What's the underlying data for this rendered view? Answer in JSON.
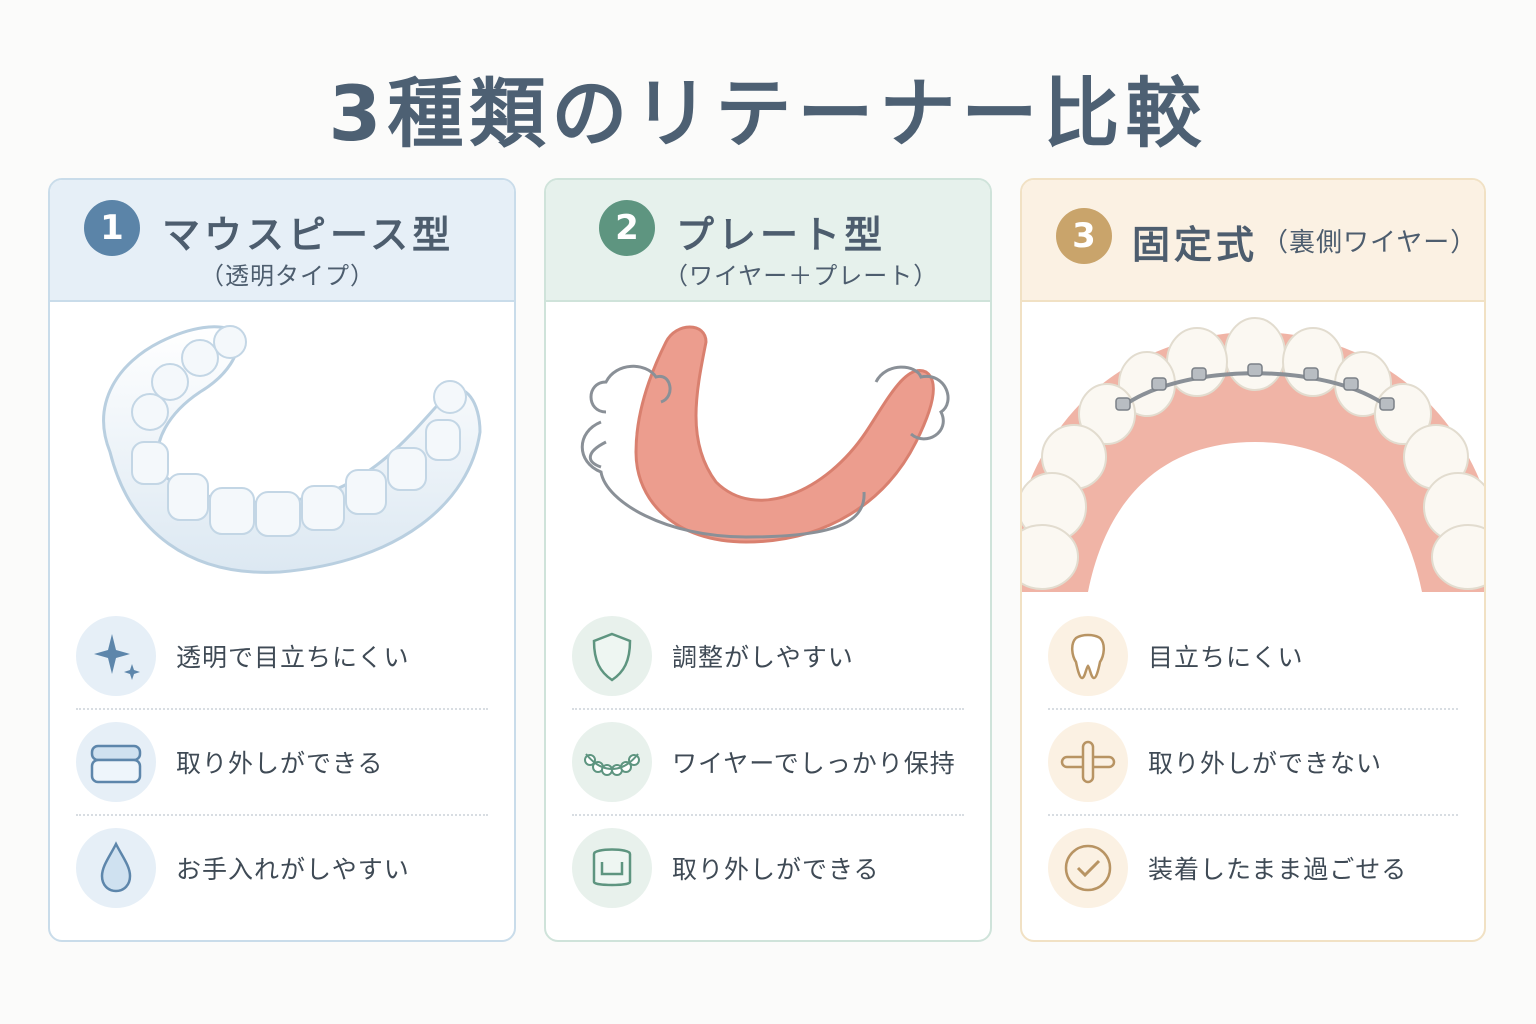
{
  "title": "3種類のリテーナー比較",
  "cards": [
    {
      "number": "1",
      "name": "マウスピース型",
      "subtitle": "（透明タイプ）",
      "image": "clear-aligner-illustration",
      "features": [
        {
          "icon": "sparkle-icon",
          "label": "透明で目立ちにくい"
        },
        {
          "icon": "retainer-case-icon",
          "label": "取り外しができる"
        },
        {
          "icon": "water-drop-icon",
          "label": "お手入れがしやすい"
        }
      ],
      "accent": "#5b84a8"
    },
    {
      "number": "2",
      "name": "プレート型",
      "subtitle": "（ワイヤー＋プレート）",
      "image": "plate-retainer-illustration",
      "features": [
        {
          "icon": "shield-icon",
          "label": "調整がしやすい"
        },
        {
          "icon": "teeth-wire-icon",
          "label": "ワイヤーでしっかり保持"
        },
        {
          "icon": "plate-icon",
          "label": "取り外しができる"
        }
      ],
      "accent": "#5e9580"
    },
    {
      "number": "3",
      "name": "固定式",
      "subtitle": "（裏側ワイヤー）",
      "image": "fixed-lingual-wire-illustration",
      "features": [
        {
          "icon": "tooth-icon",
          "label": "目立ちにくい"
        },
        {
          "icon": "fixed-bar-icon",
          "label": "取り外しができない"
        },
        {
          "icon": "check-circle-icon",
          "label": "装着したまま過ごせる"
        }
      ],
      "accent": "#c9a46b"
    }
  ]
}
